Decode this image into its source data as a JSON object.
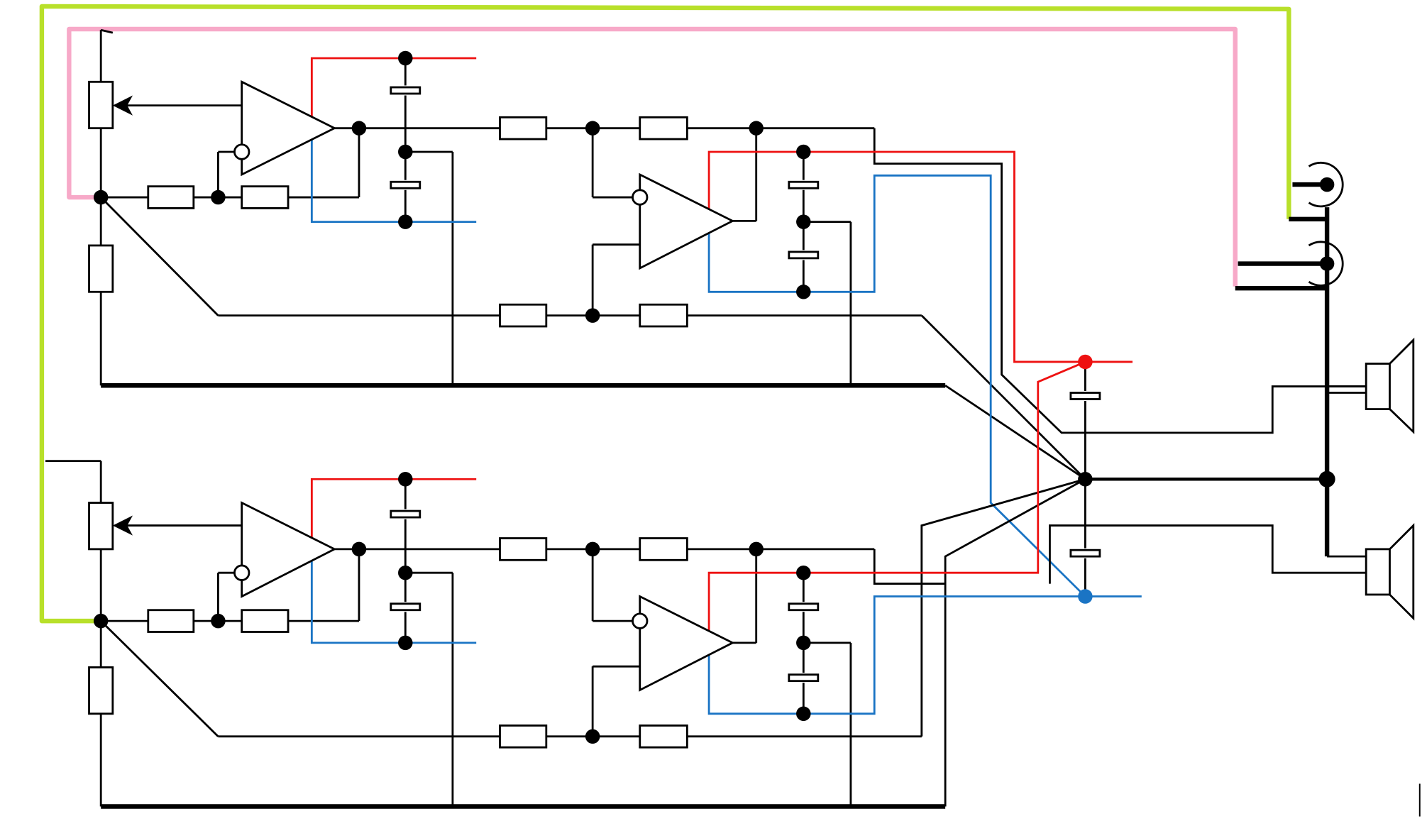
{
  "colors": {
    "wire": "#000000",
    "positive_supply": "#ee1111",
    "negative_supply": "#1a74c4",
    "input_left": "#b8e02a",
    "input_right": "#f7a9c8",
    "background": "#ffffff"
  },
  "components": {
    "channels": 2,
    "opamps_per_channel": 2,
    "potentiometers": 2,
    "input_jacks": 2,
    "speakers": 2,
    "supply_rail_capacitors": 2
  }
}
